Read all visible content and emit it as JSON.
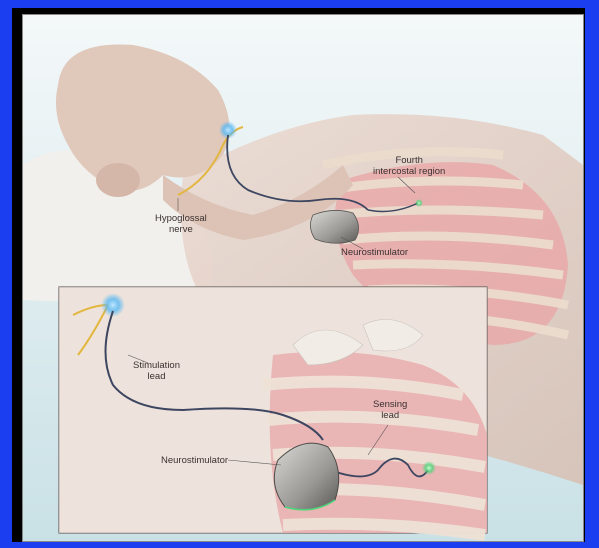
{
  "labels": {
    "hypoglossal_nerve_1": "Hypoglossal",
    "hypoglossal_nerve_2": "nerve",
    "fourth_intercostal_1": "Fourth",
    "fourth_intercostal_2": "intercostal region",
    "neurostimulator_top": "Neurostimulator",
    "stimulation_lead_1": "Stimulation",
    "stimulation_lead_2": "lead",
    "sensing_lead_1": "Sensing",
    "sensing_lead_2": "lead",
    "neurostimulator_inset": "Neurostimulator"
  },
  "colors": {
    "frame_blue": "#1a3ef0",
    "skin": "#e6d2c7",
    "background_sky": "#d3e6ea",
    "ribs": "#e9d7c8",
    "lung": "#e8a6a8",
    "nerve": "#e3b640",
    "lead": "#3d4660",
    "sensing_tip": "#4fd67a",
    "stimulation_tip": "#4ab4f0"
  }
}
